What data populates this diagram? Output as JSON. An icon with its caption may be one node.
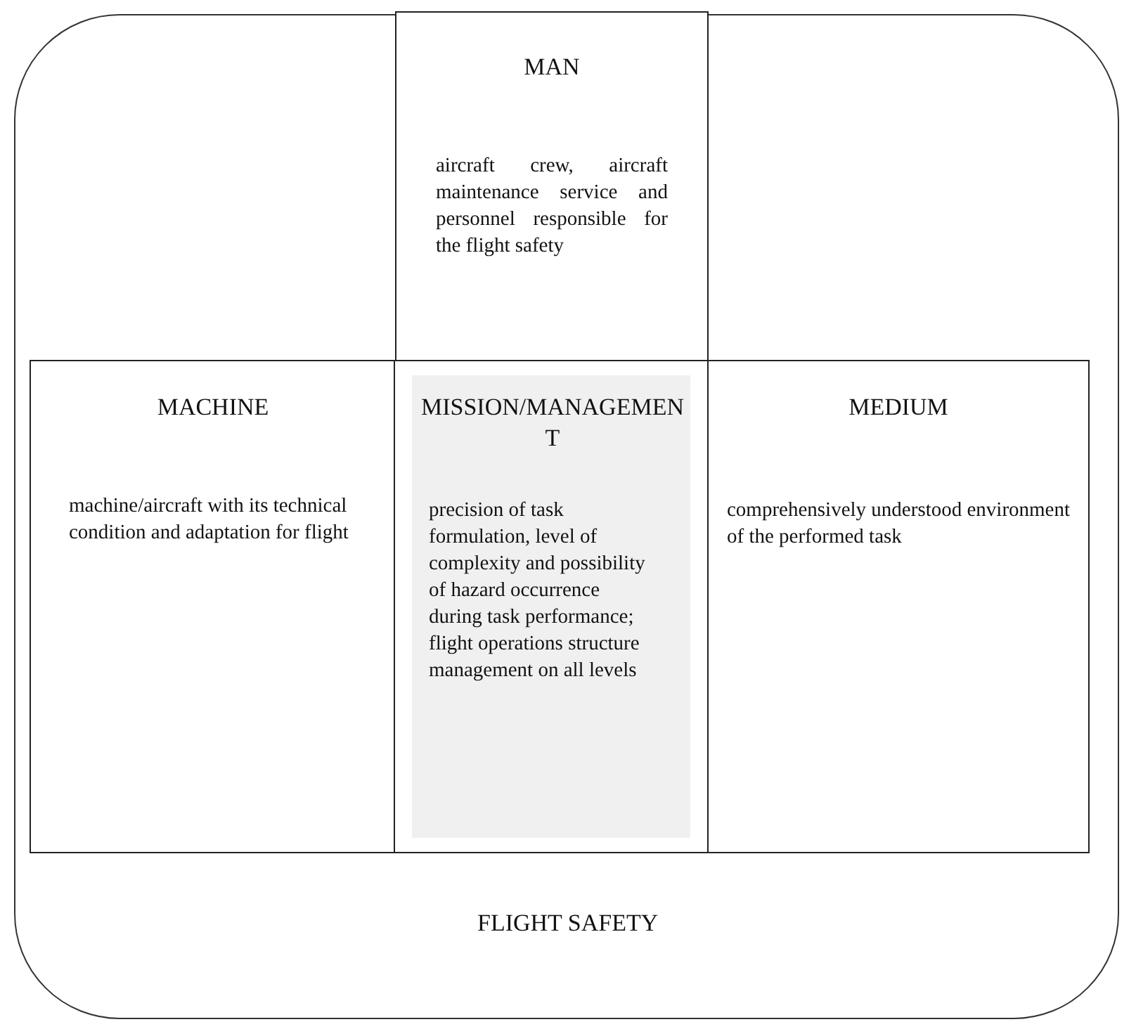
{
  "diagram": {
    "nodes": [
      {
        "text": [
          "FLIGHT SAFETY"
        ]
      },
      {
        "text": [
          "MAN",
          "aircraft crew, aircraft maintenance service and personnel responsible for the flight safety"
        ],
        "in": 0
      },
      {
        "text": [
          "MACHINE",
          "machine/aircraft with its technical condition and adaptation for flight"
        ],
        "in": 0
      },
      {
        "text": [
          "MISSION/MANAGEMENT",
          "precision of task formulation, level of complexity and possibility of hazard occurrence during task performance; flight operations structure management on all levels"
        ],
        "in": 0
      },
      {
        "text": [
          "MEDIUM",
          "comprehensively understood environment of the performed task"
        ],
        "in": 0
      }
    ],
    "edges": []
  }
}
